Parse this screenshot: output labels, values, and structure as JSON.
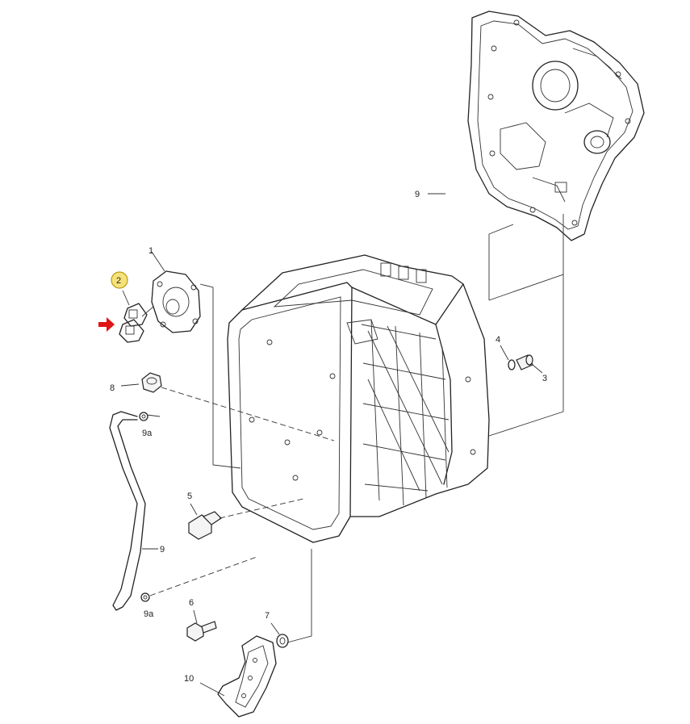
{
  "labels": {
    "p1": "1",
    "p2": "2",
    "p4": "4",
    "p3": "3",
    "p5": "5",
    "p6": "6",
    "p7": "7",
    "p8": "8",
    "p9_top": "9",
    "p9_pipe": "9",
    "p9a_top": "9a",
    "p9a_bottom": "9a",
    "p10": "10"
  },
  "colors": {
    "line": "#222222",
    "highlight_fill": "#f7e27a",
    "highlight_stroke": "#b89a18",
    "arrow": "#e01515"
  },
  "icons": {
    "pointer": "red-arrow-icon"
  }
}
